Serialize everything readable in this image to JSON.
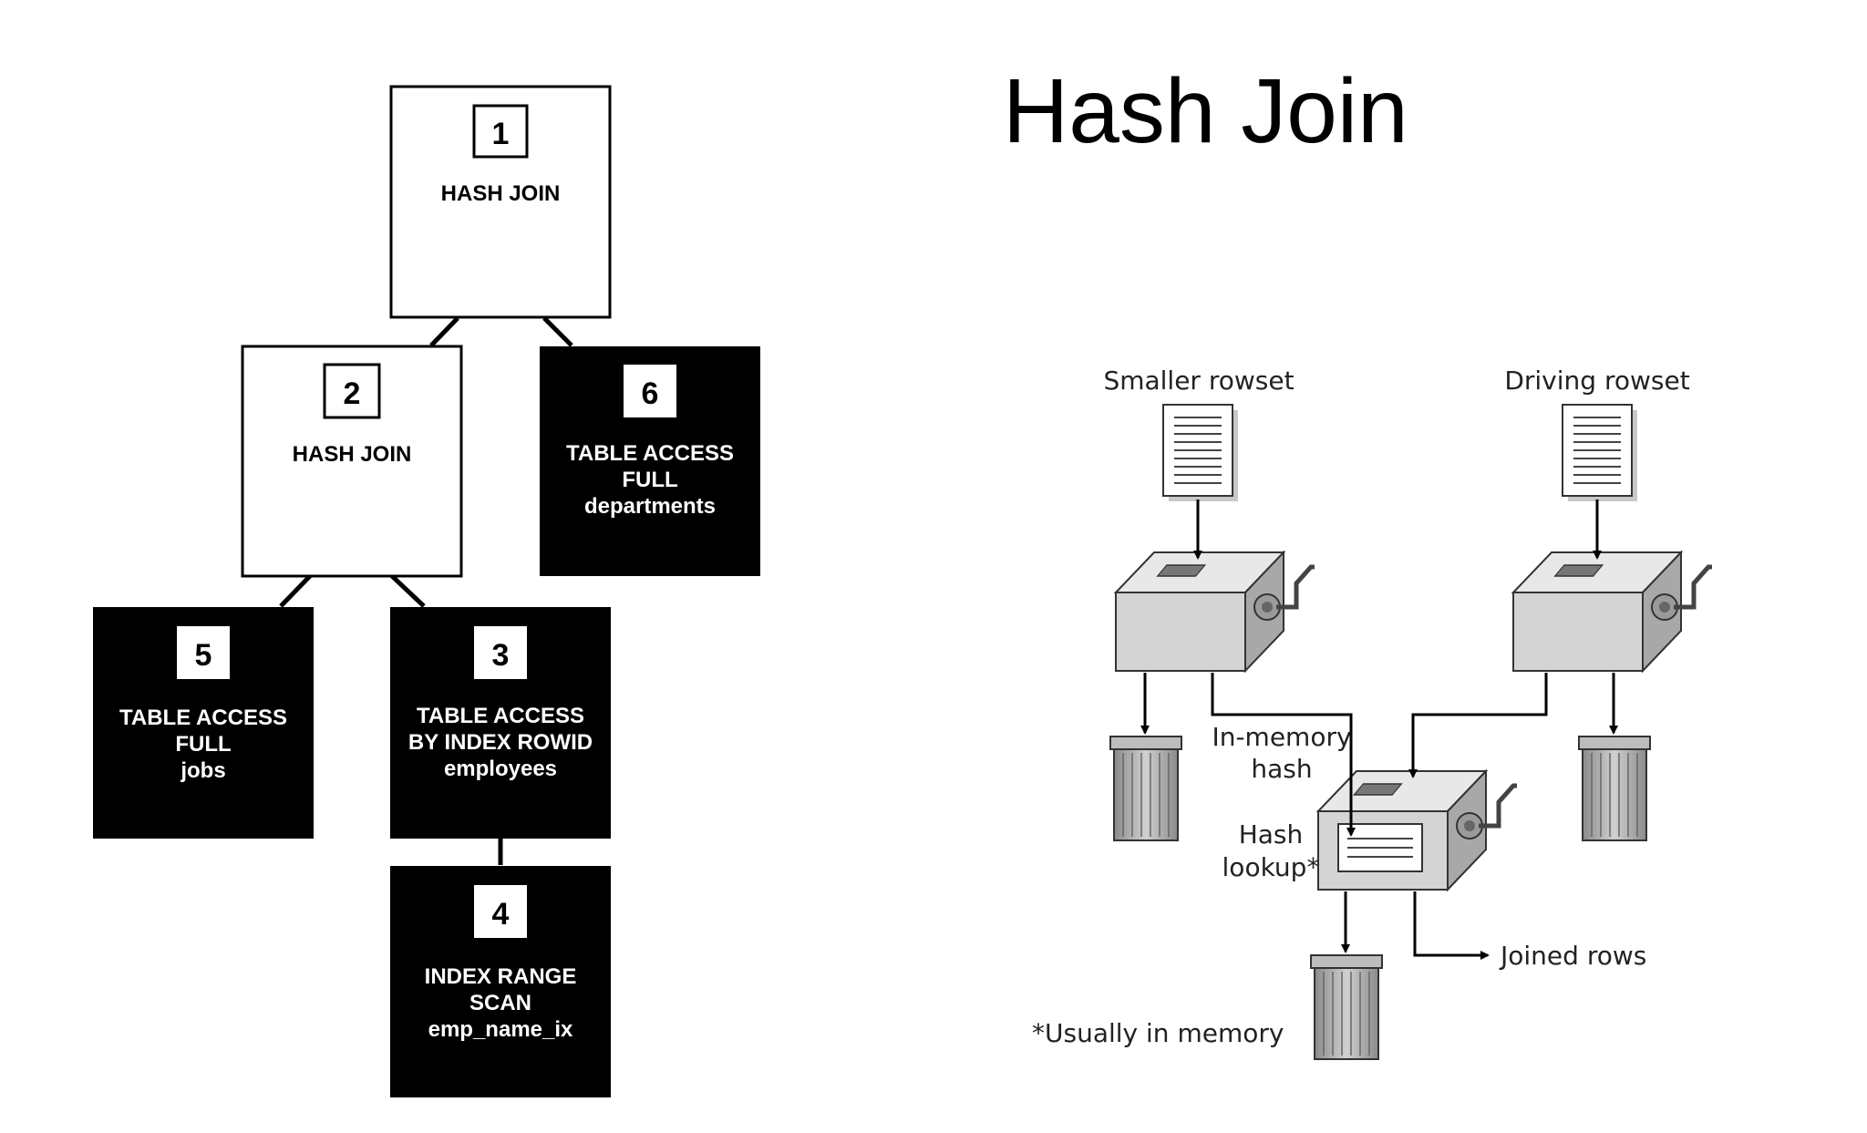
{
  "title": "Hash Join",
  "plan_tree": {
    "nodes": [
      {
        "id": "1",
        "style": "white",
        "lines": [
          "HASH JOIN"
        ]
      },
      {
        "id": "2",
        "style": "white",
        "lines": [
          "HASH JOIN"
        ]
      },
      {
        "id": "6",
        "style": "black",
        "lines": [
          "TABLE ACCESS",
          "FULL",
          "departments"
        ]
      },
      {
        "id": "5",
        "style": "black",
        "lines": [
          "TABLE ACCESS",
          "FULL",
          "jobs"
        ]
      },
      {
        "id": "3",
        "style": "black",
        "lines": [
          "TABLE ACCESS",
          "BY INDEX ROWID",
          "employees"
        ]
      },
      {
        "id": "4",
        "style": "black",
        "lines": [
          "INDEX RANGE",
          "SCAN",
          "emp_name_ix"
        ]
      }
    ],
    "edges": [
      [
        "1",
        "2"
      ],
      [
        "1",
        "6"
      ],
      [
        "2",
        "5"
      ],
      [
        "2",
        "3"
      ],
      [
        "3",
        "4"
      ]
    ]
  },
  "flow": {
    "smaller_rowset": "Smaller rowset",
    "driving_rowset": "Driving rowset",
    "in_memory_hash_1": "In-memory",
    "in_memory_hash_2": "hash",
    "hash_lookup_1": "Hash",
    "hash_lookup_2": "lookup*",
    "joined_rows": "Joined rows",
    "footnote": "*Usually in memory"
  },
  "colors": {
    "black_node": "#000000",
    "machine_front": "#d4d4d4",
    "machine_top": "#e8e8e8",
    "machine_side": "#a8a8a8",
    "bin": "#b4b4b4"
  }
}
